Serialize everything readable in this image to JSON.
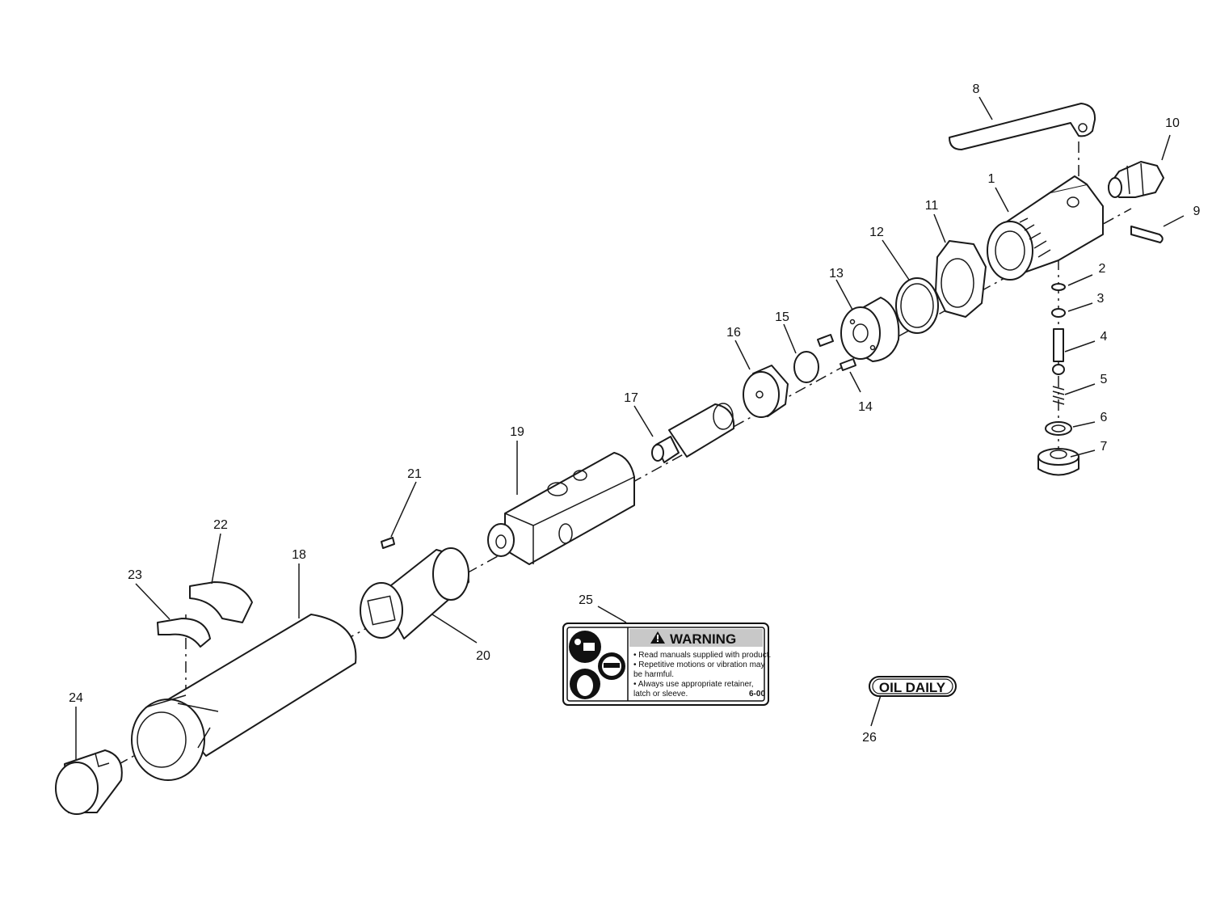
{
  "callouts": [
    "1",
    "2",
    "3",
    "4",
    "5",
    "6",
    "7",
    "8",
    "9",
    "10",
    "11",
    "12",
    "13",
    "14",
    "15",
    "16",
    "17",
    "18",
    "19",
    "20",
    "21",
    "22",
    "23",
    "24",
    "25",
    "26"
  ],
  "warning_label": {
    "heading": "WARNING",
    "line1": "• Read manuals supplied with product.",
    "line2": "• Repetitive motions or vibration may",
    "line3": "  be harmful.",
    "line4": "• Always use appropriate retainer,",
    "line5": "  latch or sleeve.",
    "code": "6-00"
  },
  "oil_label": {
    "text": "OIL DAILY"
  }
}
